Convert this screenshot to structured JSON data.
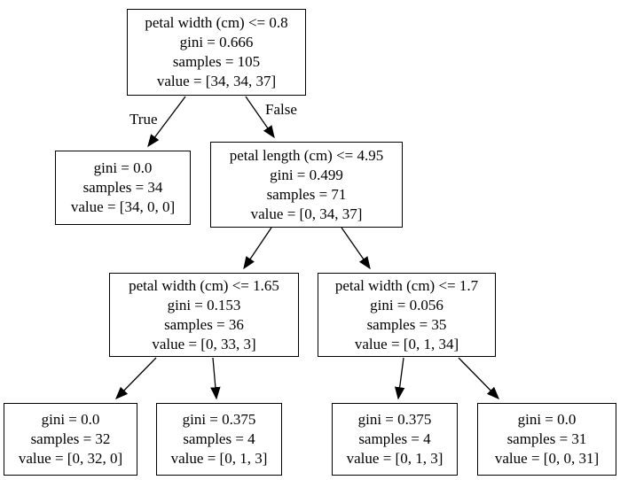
{
  "diagram": {
    "type": "decision-tree",
    "edge_labels": {
      "left": "True",
      "right": "False"
    },
    "nodes": {
      "root": {
        "lines": [
          "petal width (cm) <= 0.8",
          "gini = 0.666",
          "samples = 105",
          "value = [34, 34, 37]"
        ]
      },
      "left_leaf": {
        "lines": [
          "gini = 0.0",
          "samples = 34",
          "value = [34, 0, 0]"
        ]
      },
      "right_split": {
        "lines": [
          "petal length (cm) <= 4.95",
          "gini = 0.499",
          "samples = 71",
          "value = [0, 34, 37]"
        ]
      },
      "mid_left_split": {
        "lines": [
          "petal width (cm) <= 1.65",
          "gini = 0.153",
          "samples = 36",
          "value = [0, 33, 3]"
        ]
      },
      "mid_right_split": {
        "lines": [
          "petal width (cm) <= 1.7",
          "gini = 0.056",
          "samples = 35",
          "value = [0, 1, 34]"
        ]
      },
      "leaf_0": {
        "lines": [
          "gini = 0.0",
          "samples = 32",
          "value = [0, 32, 0]"
        ]
      },
      "leaf_1": {
        "lines": [
          "gini = 0.375",
          "samples = 4",
          "value = [0, 1, 3]"
        ]
      },
      "leaf_2": {
        "lines": [
          "gini = 0.375",
          "samples = 4",
          "value = [0, 1, 3]"
        ]
      },
      "leaf_3": {
        "lines": [
          "gini = 0.0",
          "samples = 31",
          "value = [0, 0, 31]"
        ]
      }
    },
    "edges": [
      {
        "from": "root",
        "to": "left_leaf",
        "label": "True"
      },
      {
        "from": "root",
        "to": "right_split",
        "label": "False"
      },
      {
        "from": "right_split",
        "to": "mid_left_split",
        "label": ""
      },
      {
        "from": "right_split",
        "to": "mid_right_split",
        "label": ""
      },
      {
        "from": "mid_left_split",
        "to": "leaf_0",
        "label": ""
      },
      {
        "from": "mid_left_split",
        "to": "leaf_1",
        "label": ""
      },
      {
        "from": "mid_right_split",
        "to": "leaf_2",
        "label": ""
      },
      {
        "from": "mid_right_split",
        "to": "leaf_3",
        "label": ""
      }
    ],
    "colors": {
      "node_border": "#000000",
      "node_fill": "#ffffff",
      "edge": "#000000",
      "text": "#000000",
      "background": "#ffffff"
    }
  }
}
